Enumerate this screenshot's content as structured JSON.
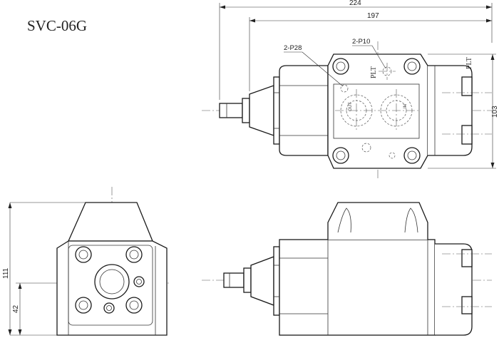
{
  "title": "SVC-06G",
  "dimensions": {
    "overall_length": "224",
    "body_length": "197",
    "height": "103",
    "front_height": "111",
    "front_axis_height": "42"
  },
  "callouts": {
    "port_p28": "2-P28",
    "port_p10": "2-P10"
  },
  "markings": {
    "plt_top": "PLT",
    "plt_end": "PLT",
    "out": "OUT",
    "in": "IN"
  }
}
